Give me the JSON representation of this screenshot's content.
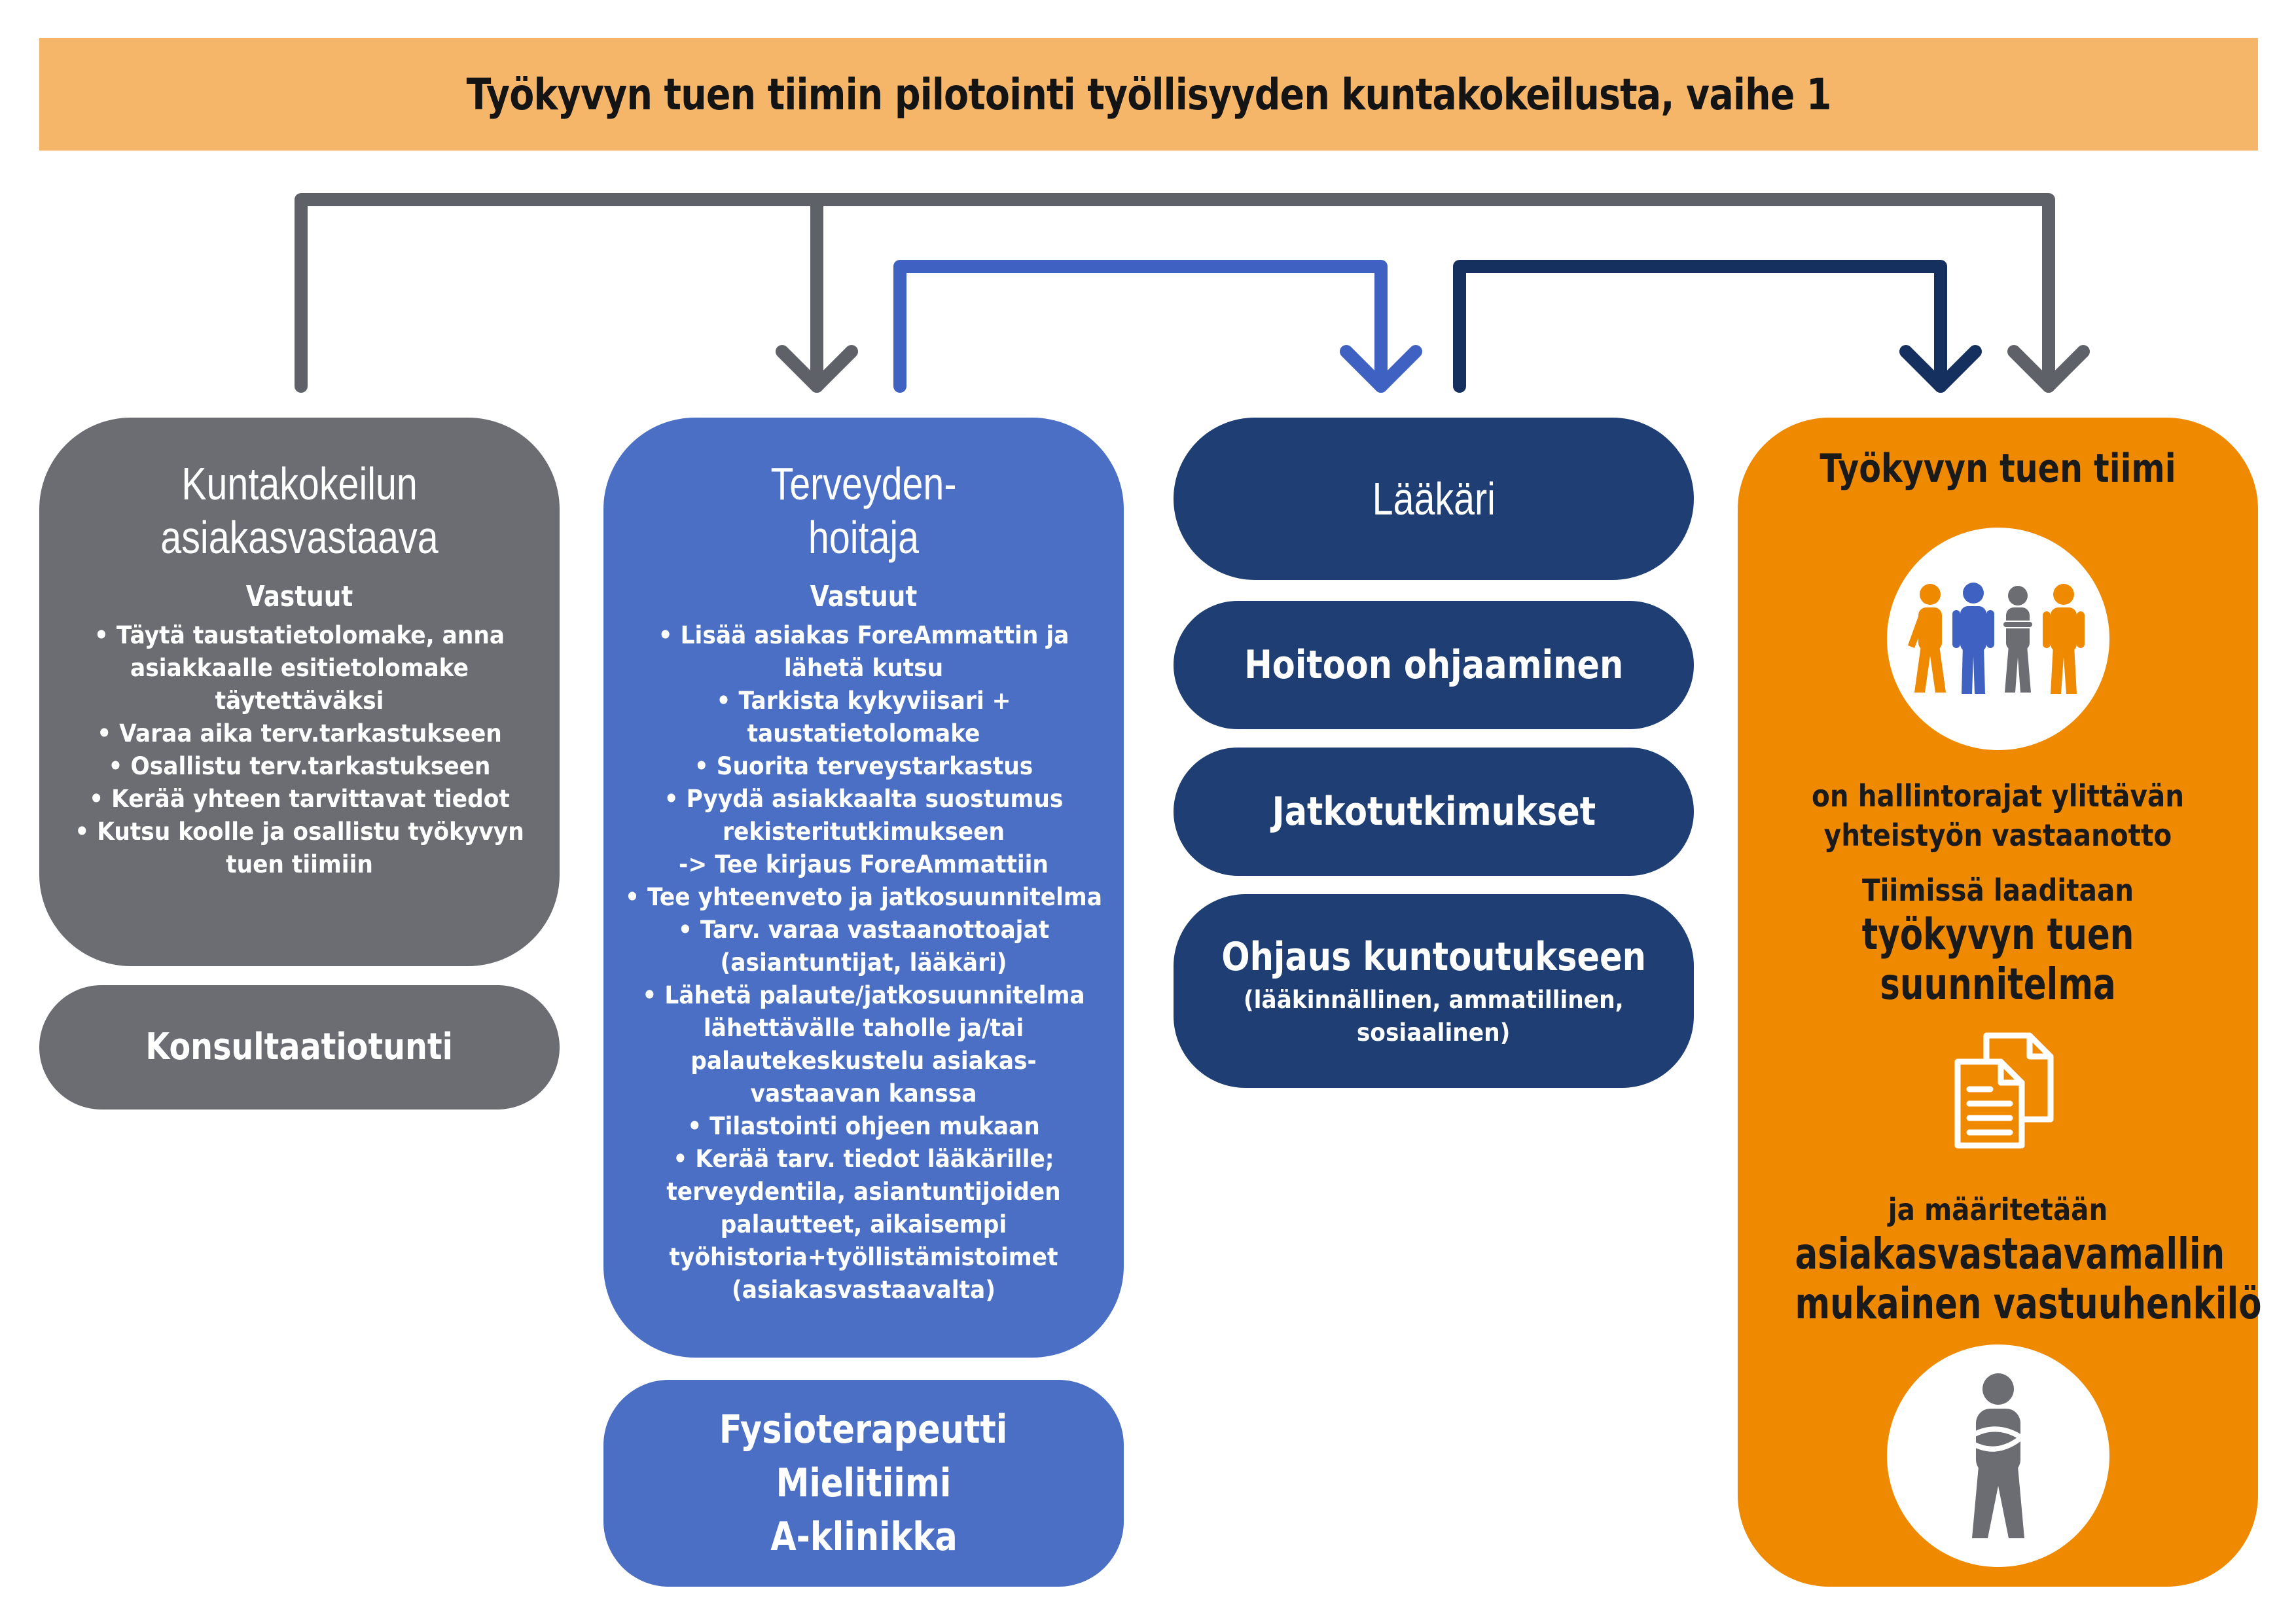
{
  "title": "Työkyvyn tuen tiimin pilotointi työllisyyden kuntakokeilusta, vaihe 1",
  "colors": {
    "banner": "#f6b66a",
    "grey": "#6b6d72",
    "blue": "#4a6fc4",
    "navy": "#1e3e74",
    "orange": "#ef8a00",
    "connector_grey": "#5e6168",
    "connector_blue": "#3f62c2",
    "connector_navy": "#15305f"
  },
  "kuntakokeilu": {
    "title_line1": "Kuntakokeilun",
    "title_line2": "asiakasvastaava",
    "vastuut": "Vastuut",
    "items": [
      "• Täytä taustatietolomake, anna",
      "asiakkaalle esitietolomake",
      "täytettäväksi",
      "• Varaa aika terv.tarkastukseen",
      "• Osallistu terv.tarkastukseen",
      "• Kerää yhteen tarvittavat tiedot",
      "• Kutsu koolle ja osallistu työkyvyn",
      "tuen tiimiin"
    ],
    "konsultaatio": "Konsultaatiotunti"
  },
  "terveydenhoitaja": {
    "title_line1": "Terveyden-",
    "title_line2": "hoitaja",
    "vastuut": "Vastuut",
    "items": [
      "• Lisää asiakas ForeAmmattin ja",
      "lähetä kutsu",
      "• Tarkista kykyviisari +",
      "taustatietolomake",
      "• Suorita terveystarkastus",
      "• Pyydä asiakkaalta suostumus",
      "rekisteritutkimukseen",
      "-> Tee kirjaus ForeAmmattiin",
      "• Tee yhteenveto ja jatkosuunnitelma",
      "• Tarv. varaa vastaanottoajat",
      "(asiantuntijat, lääkäri)",
      "• Lähetä palaute/jatkosuunnitelma",
      "lähettävälle taholle ja/tai",
      "palautekeskustelu asiakas-",
      "vastaavan kanssa",
      "• Tilastointi ohjeen mukaan",
      "• Kerää tarv. tiedot lääkärille;",
      "terveydentila, asiantuntijoiden",
      "palautteet, aikaisempi",
      "työhistoria+työllistämistoimet",
      "(asiakasvastaavalta)"
    ],
    "others": [
      "Fysioterapeutti",
      "Mielitiimi",
      "A-klinikka"
    ]
  },
  "laakari": {
    "title": "Lääkäri",
    "hoitoon": "Hoitoon ohjaaminen",
    "jatko": "Jatkotutkimukset",
    "ohjaus": "Ohjaus kuntoutukseen",
    "ohjaus_sub_line1": "(lääkinnällinen, ammatillinen,",
    "ohjaus_sub_line2": "sosiaalinen)"
  },
  "tiimi": {
    "title": "Työkyvyn tuen tiimi",
    "team_icon": "team-people-icon",
    "desc_line1": "on hallintorajat ylittävän",
    "desc_line2": "yhteistyön vastaanotto",
    "plan_intro": "Tiimissä laaditaan",
    "plan_line1": "työkyvyn tuen",
    "plan_line2": "suunnitelma",
    "doc_icon": "documents-icon",
    "resp_intro": "ja määritetään",
    "resp_line1": "asiakasvastaavamallin",
    "resp_line2": "mukainen vastuuhenkilö",
    "person_icon": "person-icon"
  }
}
